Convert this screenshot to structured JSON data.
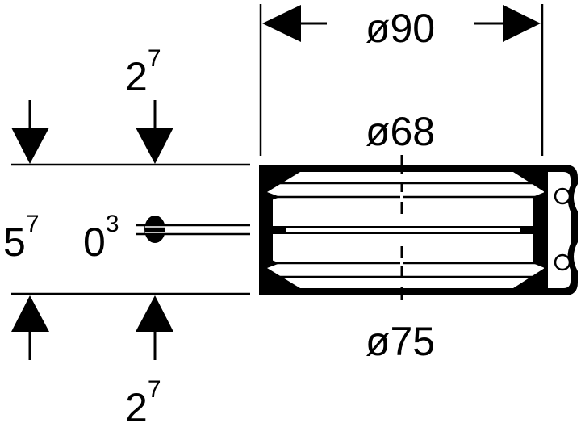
{
  "dimensions": {
    "outer_diameter": "ø90",
    "inner_diameter": "ø68",
    "bore_diameter": "ø75",
    "top_thickness": {
      "base": "2",
      "sup": "7"
    },
    "bottom_thickness": {
      "base": "2",
      "sup": "7"
    },
    "overall_height": {
      "base": "5",
      "sup": "7"
    },
    "gap": {
      "base": "0",
      "sup": "3"
    }
  },
  "colors": {
    "line": "#000000",
    "background": "#ffffff"
  }
}
